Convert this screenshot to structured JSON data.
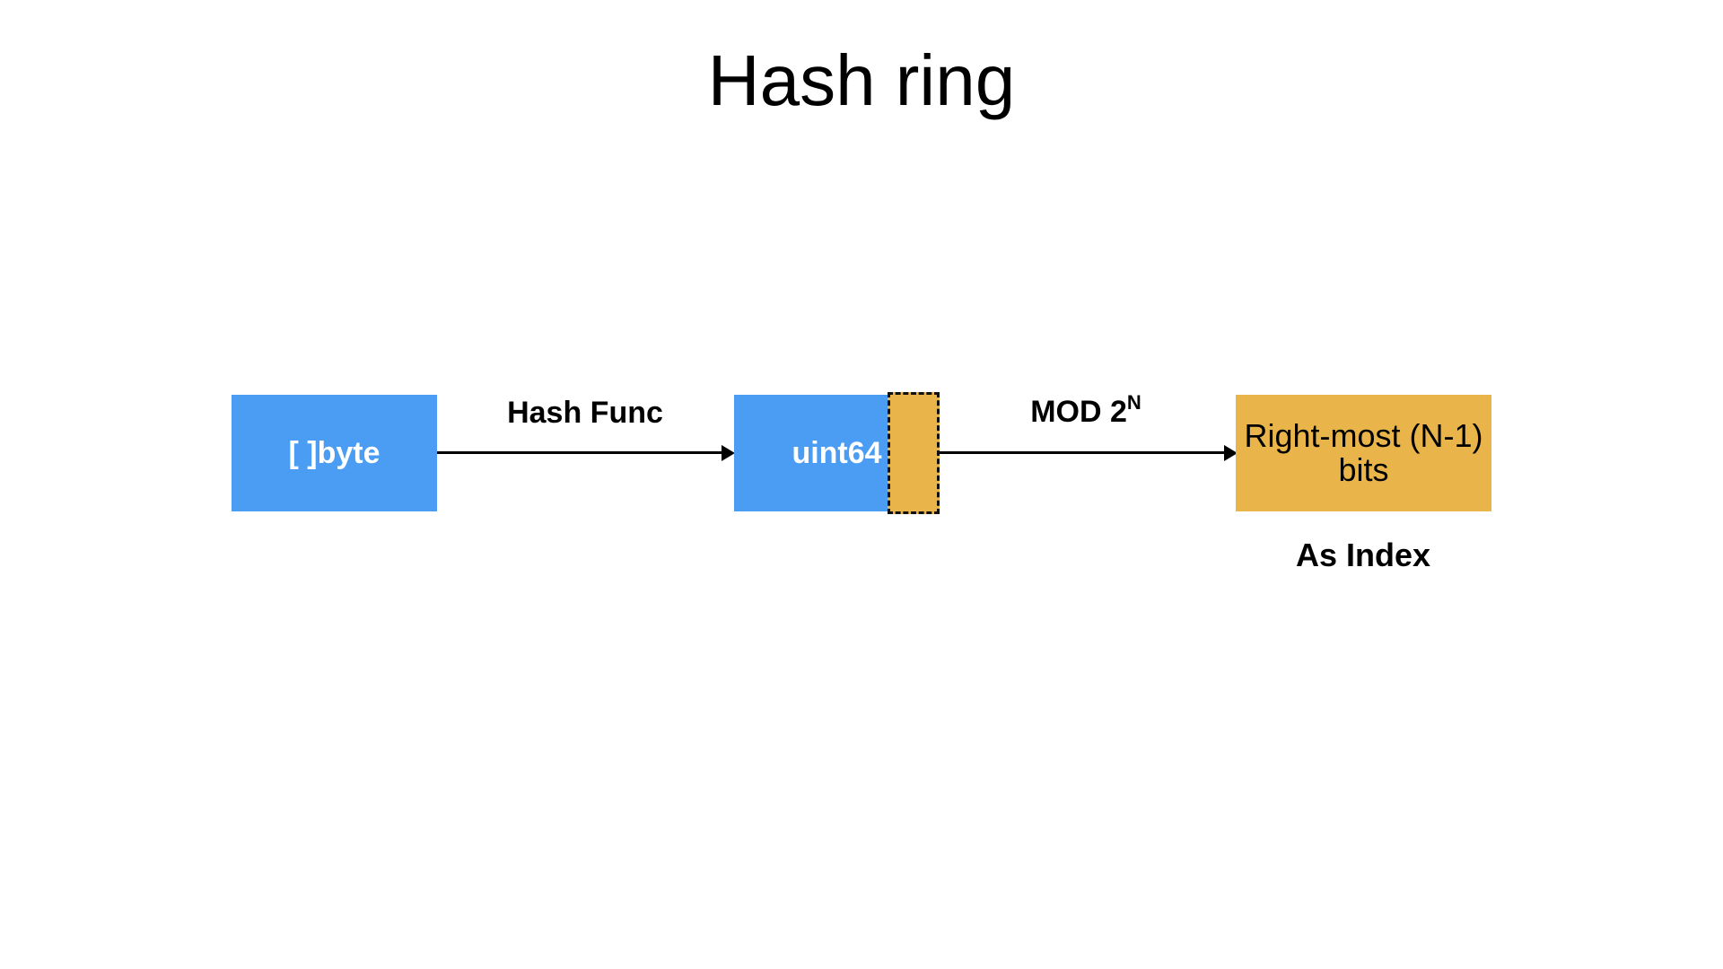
{
  "title": "Hash ring",
  "colors": {
    "blue": "#4A9DF3",
    "yellow": "#E9B54B",
    "line": "#000000",
    "text_dark": "#000000",
    "text_light": "#ffffff",
    "bg": "#ffffff"
  },
  "diagram": {
    "byte_box": {
      "label": "[ ]byte"
    },
    "hash_arrow": {
      "label": "Hash Func"
    },
    "uint_box": {
      "label": "uint64"
    },
    "mod_arrow": {
      "label_base": "MOD 2",
      "label_sup": "N"
    },
    "result_box": {
      "line1": "Right-most (N-1)",
      "line2": "bits"
    },
    "caption": "As Index"
  }
}
